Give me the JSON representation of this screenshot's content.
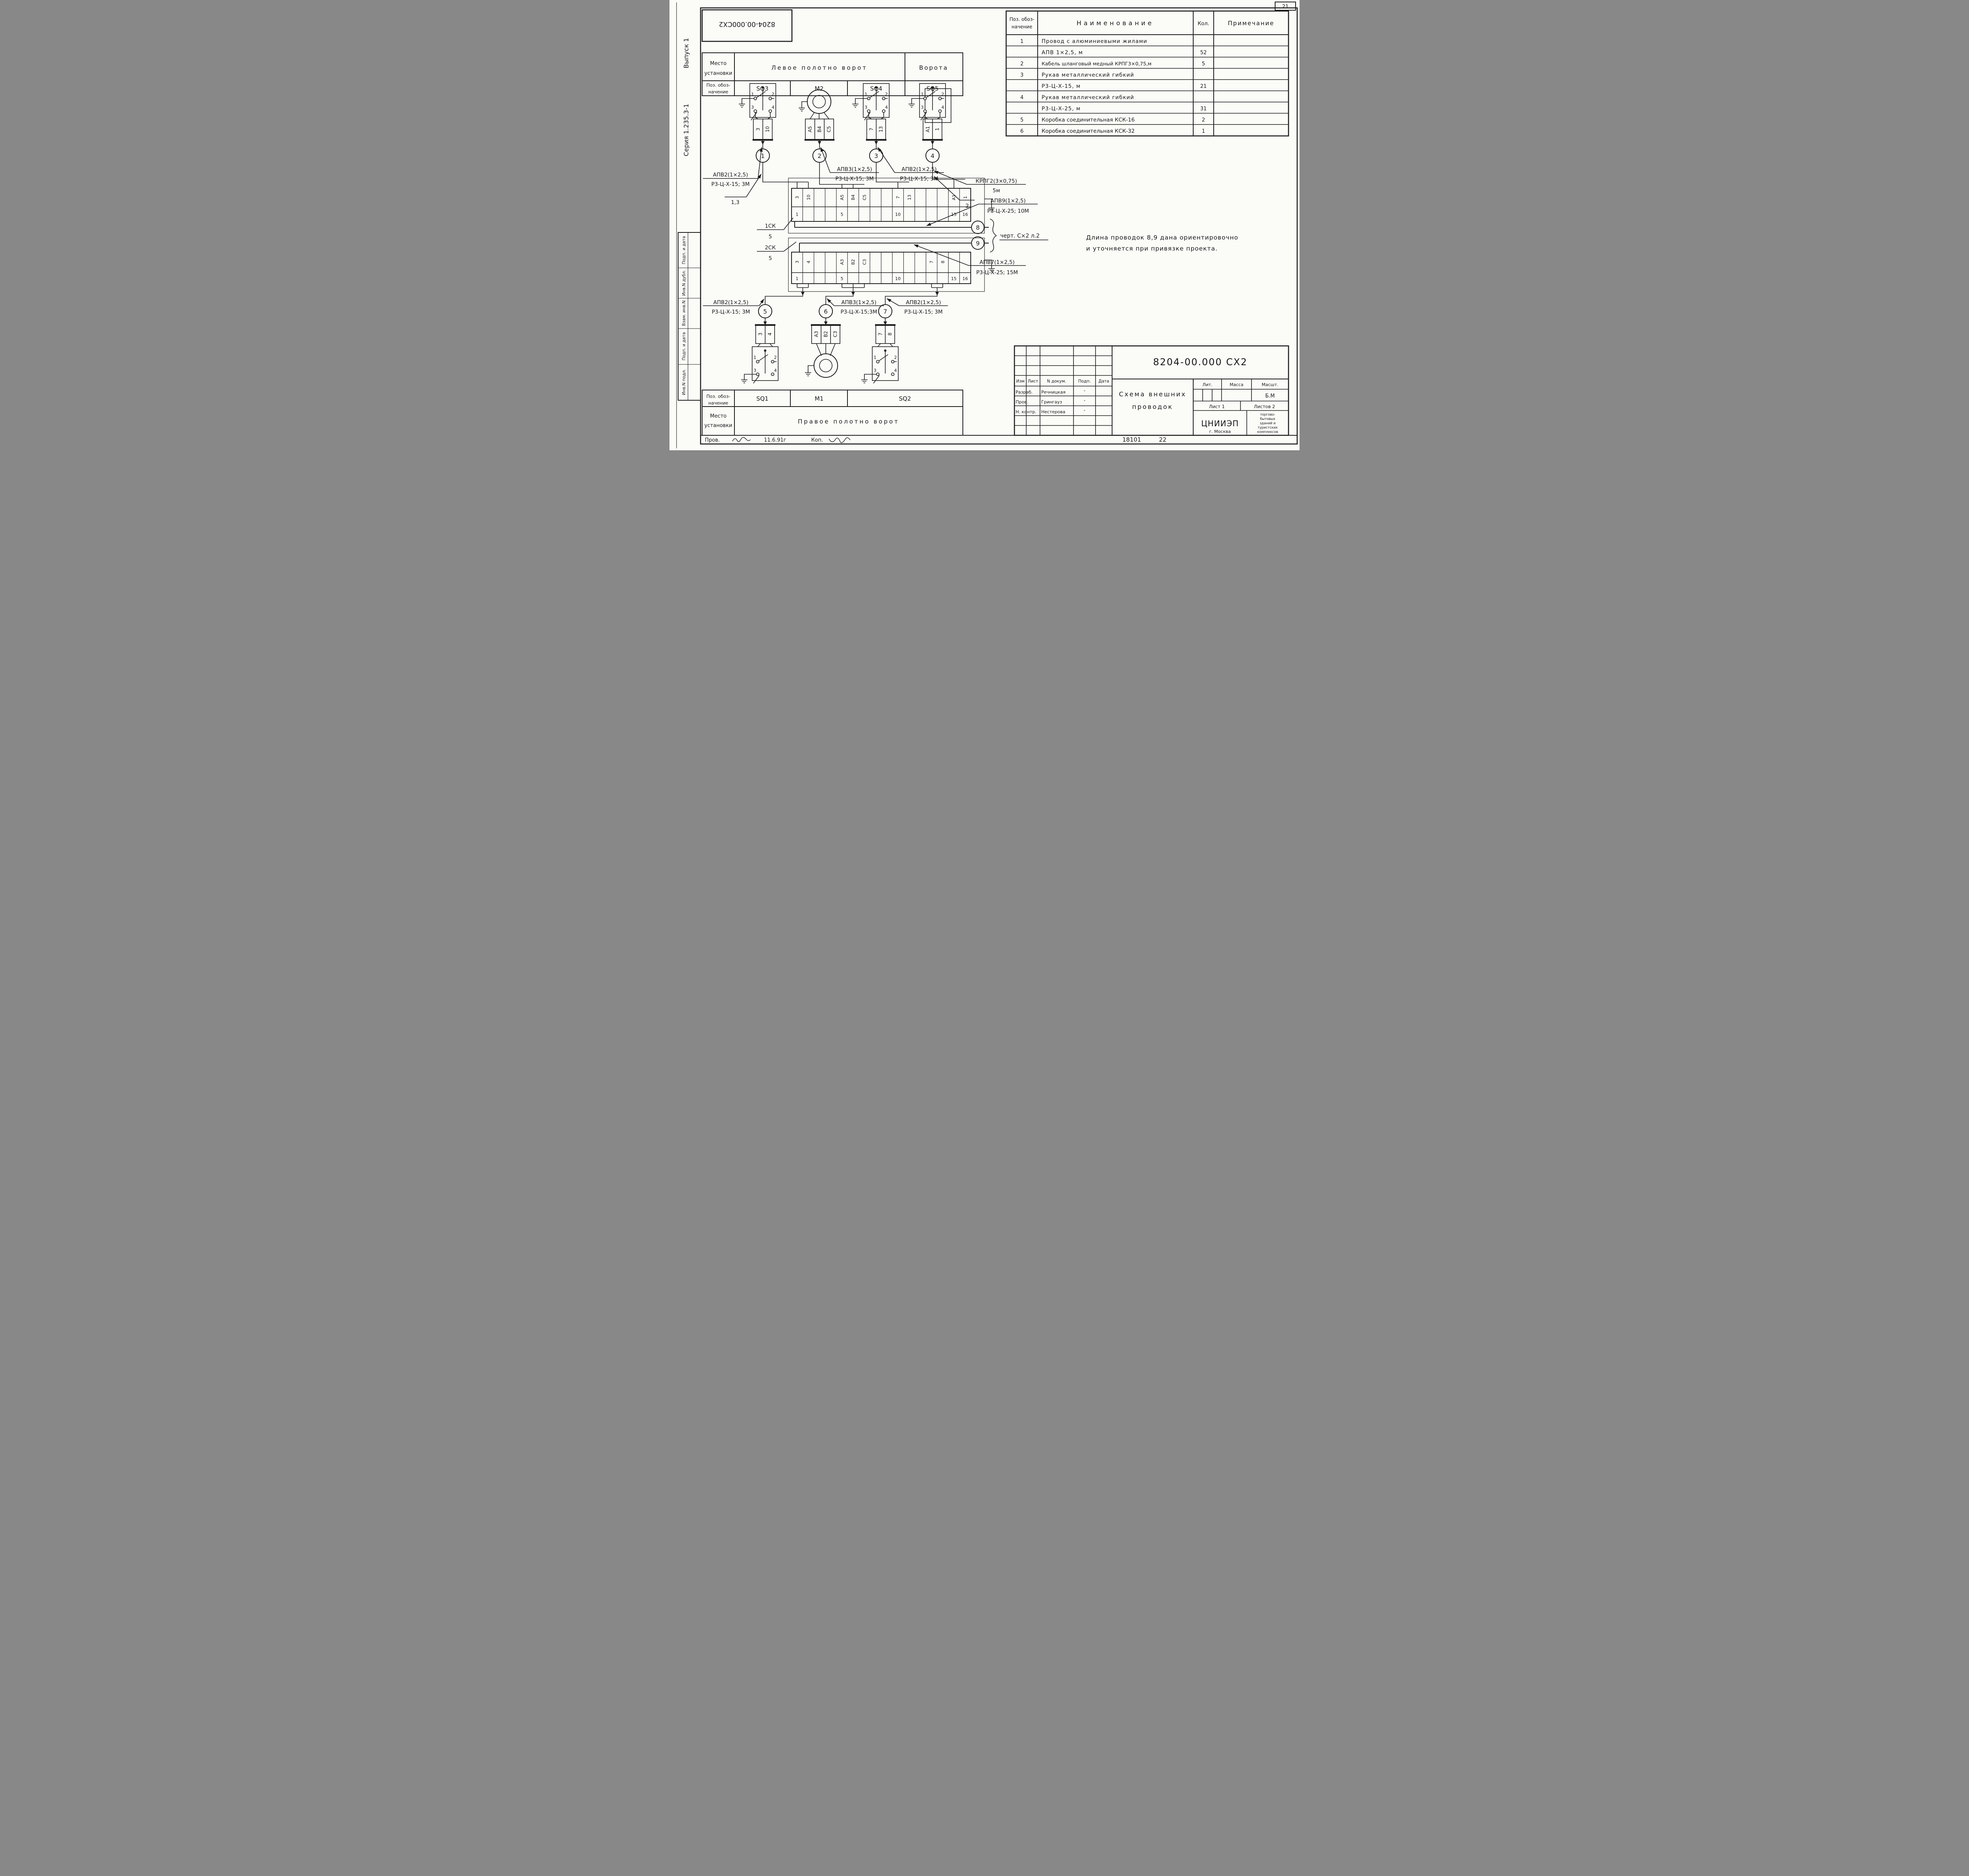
{
  "page_number": "21",
  "corner_stamp": "8204-00.000СХ2",
  "top_table": {
    "place_1": "Место",
    "place_2": "установки",
    "pos_1": "Поз. обоз-",
    "pos_2": "начение",
    "zone_left": "Левое полотно ворот",
    "zone_right": "Ворота",
    "positions": [
      "SQ3",
      "М2",
      "SQ4",
      "SQ5"
    ]
  },
  "switch_terminals": [
    "1",
    "2",
    "3",
    "4"
  ],
  "top_wires": {
    "sq3": [
      "3",
      "10"
    ],
    "m2": [
      "А5",
      "В4",
      "С5"
    ],
    "sq4": [
      "7",
      "13"
    ],
    "sq5": [
      "А1",
      "1"
    ]
  },
  "node_circles": [
    "1",
    "2",
    "3",
    "4",
    "5",
    "6",
    "7",
    "8",
    "9"
  ],
  "cables": {
    "c1a": "АПВ2(1×2,5)",
    "c1b": "Р3-Ц-Х-15; 3М",
    "c1ref": "1,3",
    "c2a": "АПВ3(1×2,5)",
    "c2b": "Р3-Ц-Х-15; 3М",
    "c3a": "АПВ2(1×2,5)",
    "c3b": "Р3-Ц-Х-15; 3М",
    "c4a": "КРПГ2(3×0,75)",
    "c4b": "5м",
    "c4ref": "2",
    "c5a": "АПВ9(1×2,5)",
    "c5b": "Р3-Ц-Х-25; 10М",
    "c6a": "АПВ7(1×2,5)",
    "c6b": "Р3-Ц-Х-25; 15М",
    "c7a": "АПВ2(1×2,5)",
    "c7b": "Р3-Ц-Х-15; 3М",
    "c8a": "АПВ3(1×2,5)",
    "c8b": "Р3-Ц-Х-15;3М",
    "c9a": "АПВ2(1×2,5)",
    "c9b": "Р3-Ц-Х-15; 3М"
  },
  "strips": {
    "s1_name": "1СК",
    "s1_pos": "5",
    "s2_name": "2СК",
    "s2_pos": "5",
    "s1_top": [
      "3",
      "10",
      "А5",
      "В4",
      "С5",
      "7",
      "13",
      "А1",
      "1"
    ],
    "s1_bottom": [
      "1",
      "5",
      "10",
      "15",
      "16"
    ],
    "s2_top": [
      "3",
      "4",
      "А3",
      "В2",
      "С3",
      "7",
      "8"
    ],
    "s2_bottom": [
      "1",
      "5",
      "10",
      "15",
      "16"
    ]
  },
  "ref_note": "черт. С×2 л.2",
  "note_line1": "Длина проводок 8,9 дана ориентировочно",
  "note_line2": "и уточняется при привязке проекта.",
  "bottom_wires": {
    "sq1": [
      "3",
      "4"
    ],
    "m1": [
      "А3",
      "В2",
      "С3"
    ],
    "sq2": [
      "7",
      "8"
    ]
  },
  "bottom_table": {
    "pos_1": "Поз. обоз-",
    "pos_2": "начение",
    "place_1": "Место",
    "place_2": "установки",
    "positions": [
      "SQ1",
      "М1",
      "SQ2"
    ],
    "zone": "Правое полотно ворот"
  },
  "bom": {
    "h_pos1": "Поз. обоз-",
    "h_pos2": "начение",
    "h_name": "Наименование",
    "h_qty": "Кол.",
    "h_note": "Примечание",
    "rows": [
      {
        "pos": "1",
        "name": "Провод с алюминиевыми жилами",
        "qty": ""
      },
      {
        "pos": "",
        "name": "АПВ 1×2,5, м",
        "qty": "52"
      },
      {
        "pos": "2",
        "name": "Кабель шланговый медный КРПГ3×0,75,м",
        "qty": "5"
      },
      {
        "pos": "3",
        "name": "Рукав металлический гибкий",
        "qty": ""
      },
      {
        "pos": "",
        "name": "Р3-Ц-Х-15, м",
        "qty": "21"
      },
      {
        "pos": "4",
        "name": "Рукав металлический гибкий",
        "qty": ""
      },
      {
        "pos": "",
        "name": "Р3-Ц-Х-25, м",
        "qty": "31"
      },
      {
        "pos": "5",
        "name": "Коробка соединительная КСК-16",
        "qty": "2"
      },
      {
        "pos": "6",
        "name": "Коробка соединительная КСК-32",
        "qty": "1"
      }
    ]
  },
  "title_block": {
    "doc_number": "8204-00.000 СХ2",
    "title1": "Схема внешних",
    "title2": "проводок",
    "h_izm": "Изм",
    "h_list": "Лист",
    "h_doc": "N докум.",
    "h_podp": "Подп.",
    "h_data": "Дата",
    "r1_role": "Разраб.",
    "r1_name": "Речницкая",
    "r2_role": "Пров.",
    "r2_name": "Грингауз",
    "r3_role": "Н. контр.",
    "r3_name": "Нестерова",
    "sig_mark": "″",
    "h_lit": "Лит.",
    "h_massa": "Масса",
    "h_masht": "Масшт.",
    "masht_val": "Б.М",
    "list_val": "Лист 1",
    "listov_val": "Листов 2",
    "org": "ЦНИИЭП",
    "org_city": "г. Москва",
    "org_desc": [
      "торгово-",
      "бытовых",
      "зданий и",
      "туристских",
      "комплексов"
    ]
  },
  "footer_row": {
    "prov": "Пров.",
    "date": "11.6.91г",
    "kop": "Коп.",
    "code1": "18101",
    "code2": "22"
  },
  "left_margin": {
    "series": "Серия 1.235.3-1",
    "issue": "Выпуск 1",
    "stamps": [
      "Подп. и дата",
      "Инв.N дубл.",
      "Взам. инв.N",
      "Подп. и дата",
      "Инв.N подл."
    ]
  }
}
